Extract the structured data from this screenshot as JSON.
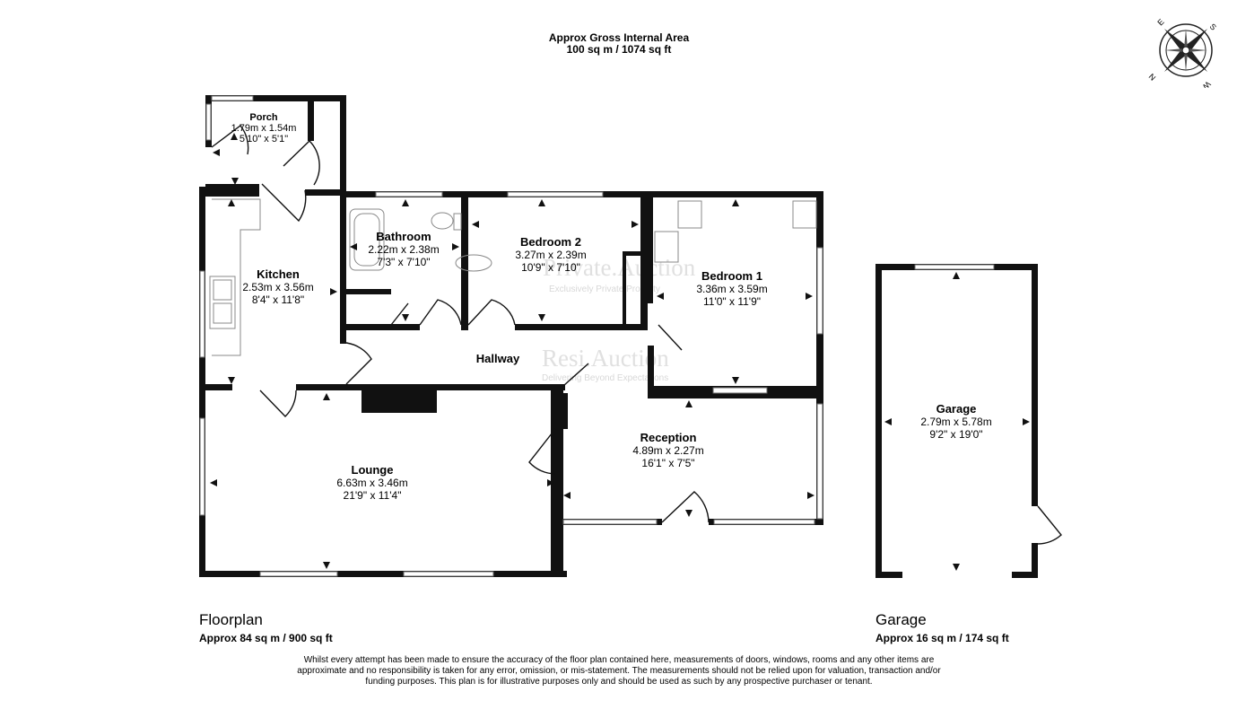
{
  "header": {
    "line1": "Approx Gross Internal Area",
    "line2": "100 sq m / 1074 sq ft"
  },
  "compass": {
    "letters": [
      "E",
      "S",
      "N",
      "W"
    ],
    "icon": "compass-rose-icon"
  },
  "rooms": {
    "porch": {
      "name": "Porch",
      "metric": "1.79m x 1.54m",
      "imperial": "5'10\" x 5'1\""
    },
    "bathroom": {
      "name": "Bathroom",
      "metric": "2.22m x 2.38m",
      "imperial": "7'3\" x 7'10\""
    },
    "bedroom2": {
      "name": "Bedroom 2",
      "metric": "3.27m x 2.39m",
      "imperial": "10'9\" x 7'10\""
    },
    "bedroom1": {
      "name": "Bedroom 1",
      "metric": "3.36m x 3.59m",
      "imperial": "11'0\" x 11'9\""
    },
    "kitchen": {
      "name": "Kitchen",
      "metric": "2.53m x 3.56m",
      "imperial": "8'4\" x 11'8\""
    },
    "hallway": {
      "name": "Hallway"
    },
    "reception": {
      "name": "Reception",
      "metric": "4.89m x 2.27m",
      "imperial": "16'1\" x 7'5\""
    },
    "lounge": {
      "name": "Lounge",
      "metric": "6.63m x 3.46m",
      "imperial": "21'9\" x 11'4\""
    },
    "garage": {
      "name": "Garage",
      "metric": "2.79m x 5.78m",
      "imperial": "9'2\" x 19'0\""
    }
  },
  "watermarks": {
    "top_main": "Private.Auction",
    "top_sub": "Exclusively Private Property",
    "bottom_main": "Resi.Auction",
    "bottom_sub": "Delivering Beyond Expectations"
  },
  "floorplan": {
    "title": "Floorplan",
    "area": "Approx 84 sq m / 900 sq ft"
  },
  "garage_plan": {
    "title": "Garage",
    "area": "Approx 16 sq m / 174 sq ft"
  },
  "disclaimer": "Whilst every attempt has been made to ensure the accuracy of the floor plan contained here, measurements of doors, windows, rooms and any other items are approximate and no responsibility is taken for any error, omission, or mis-statement. The measurements should not be relied upon for valuation, transaction and/or funding purposes. This plan is for illustrative purposes only and should be used as such by any prospective purchaser or tenant.",
  "colors": {
    "wall": "#111111",
    "window": "#888888",
    "watermark": "#c8c8c8"
  }
}
